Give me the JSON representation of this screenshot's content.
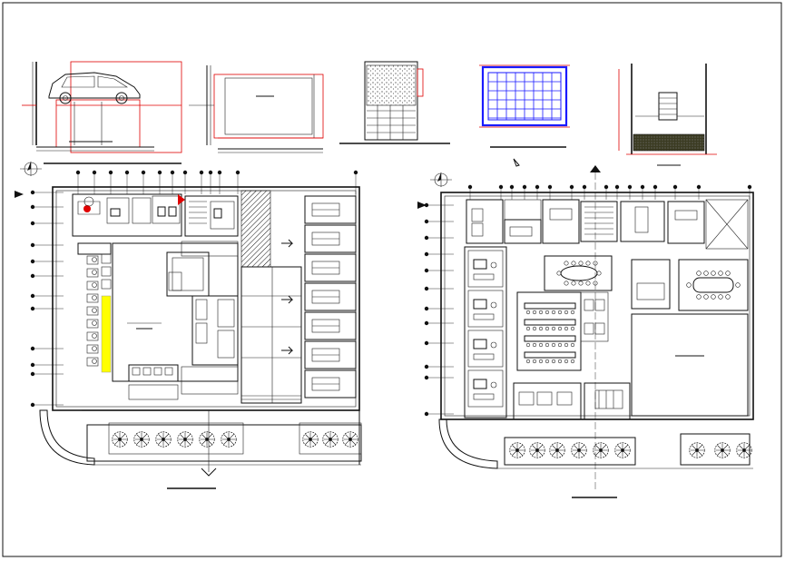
{
  "sheet": {
    "colors": {
      "line": "#111111",
      "red_dimension": "#e00000",
      "blue_ceiling": "#1a1aff",
      "highlight_yellow": "#ffff00",
      "background": "#ffffff"
    },
    "views": [
      {
        "name": "car-elevation-detail"
      },
      {
        "name": "parking-space-plan-detail"
      },
      {
        "name": "textured-panel-elevation"
      },
      {
        "name": "blue-ceiling-grid-plan"
      },
      {
        "name": "stair-section-detail"
      },
      {
        "name": "ground-floor-plan"
      },
      {
        "name": "upper-floor-plan"
      }
    ],
    "icons": [
      "north-arrow-icon",
      "tree-icon",
      "car-icon",
      "conference-table-icon"
    ]
  }
}
